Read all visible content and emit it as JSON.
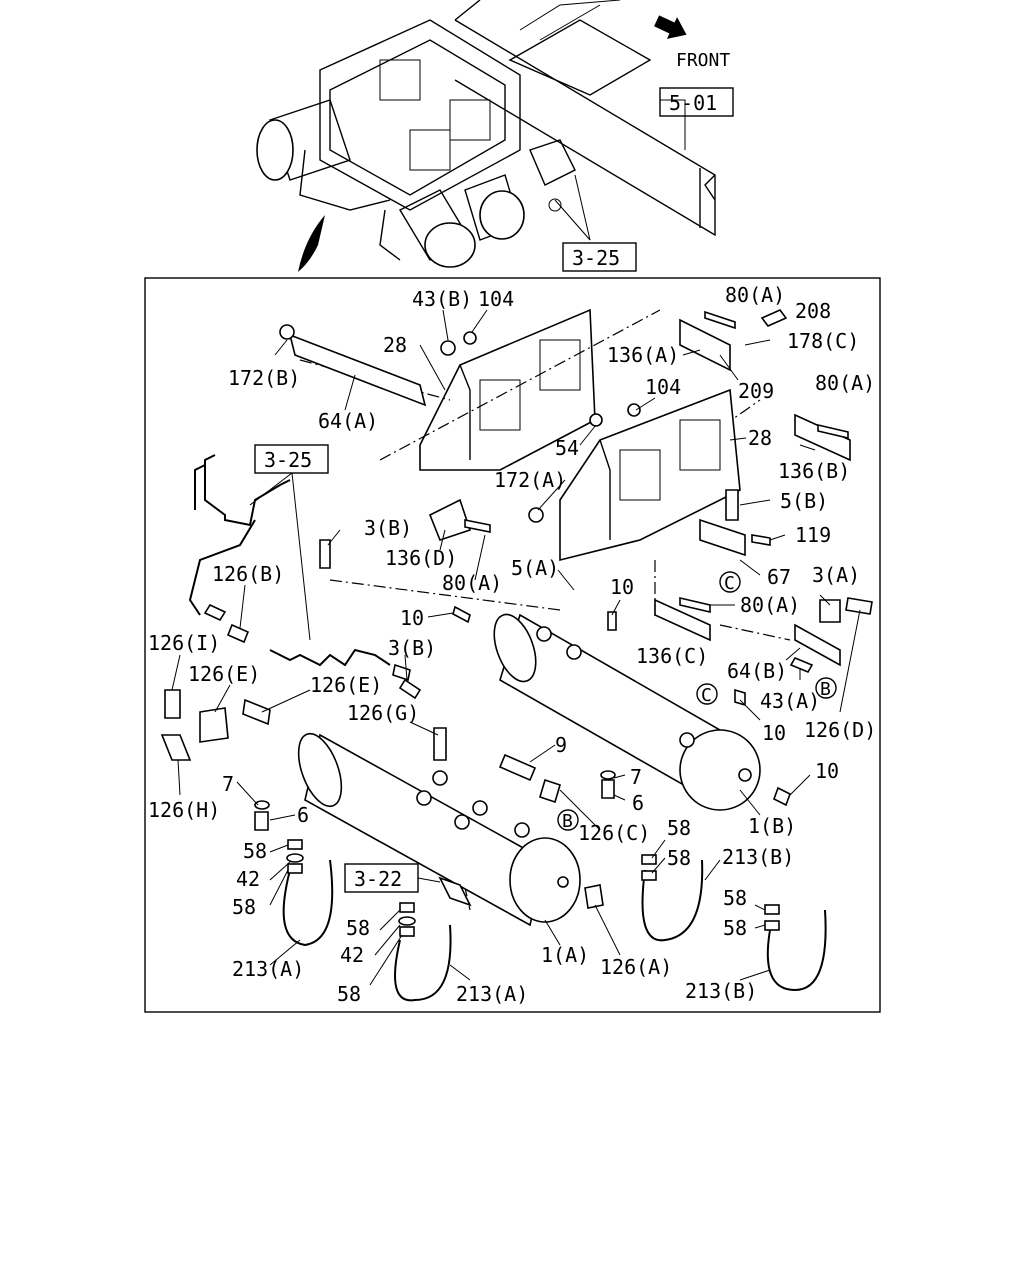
{
  "front_label": "FRONT",
  "refs": {
    "r501": "5-01",
    "r325_top": "3-25",
    "r325_mid": "3-25",
    "r322": "3-22"
  },
  "callouts": [
    {
      "text": "43(B)"
    },
    {
      "text": "104"
    },
    {
      "text": "28"
    },
    {
      "text": "172(B)"
    },
    {
      "text": "64(A)"
    },
    {
      "text": "80(A)"
    },
    {
      "text": "208"
    },
    {
      "text": "136(A)"
    },
    {
      "text": "178(C)"
    },
    {
      "text": "209"
    },
    {
      "text": "104"
    },
    {
      "text": "80(A)"
    },
    {
      "text": "54"
    },
    {
      "text": "28"
    },
    {
      "text": "136(B)"
    },
    {
      "text": "172(A)"
    },
    {
      "text": "5(B)"
    },
    {
      "text": "119"
    },
    {
      "text": "3(B)"
    },
    {
      "text": "136(D)"
    },
    {
      "text": "80(A)"
    },
    {
      "text": "67"
    },
    {
      "text": "5(A)"
    },
    {
      "text": "3(A)"
    },
    {
      "text": "10"
    },
    {
      "text": "126(B)"
    },
    {
      "text": "10"
    },
    {
      "text": "80(A)"
    },
    {
      "text": "126(I)"
    },
    {
      "text": "136(C)"
    },
    {
      "text": "64(B)"
    },
    {
      "text": "3(B)"
    },
    {
      "text": "126(E)"
    },
    {
      "text": "126(E)"
    },
    {
      "text": "43(A)"
    },
    {
      "text": "126(G)"
    },
    {
      "text": "10"
    },
    {
      "text": "126(D)"
    },
    {
      "text": "9"
    },
    {
      "text": "7"
    },
    {
      "text": "10"
    },
    {
      "text": "7"
    },
    {
      "text": "6"
    },
    {
      "text": "126(H)"
    },
    {
      "text": "6"
    },
    {
      "text": "1(B)"
    },
    {
      "text": "126(C)"
    },
    {
      "text": "58"
    },
    {
      "text": "58"
    },
    {
      "text": "58"
    },
    {
      "text": "213(B)"
    },
    {
      "text": "42"
    },
    {
      "text": "58"
    },
    {
      "text": "58"
    },
    {
      "text": "58"
    },
    {
      "text": "58"
    },
    {
      "text": "42"
    },
    {
      "text": "1(A)"
    },
    {
      "text": "126(A)"
    },
    {
      "text": "213(A)"
    },
    {
      "text": "58"
    },
    {
      "text": "213(A)"
    },
    {
      "text": "213(B)"
    }
  ],
  "circle_markers": [
    {
      "text": "C"
    },
    {
      "text": "C"
    },
    {
      "text": "B"
    },
    {
      "text": "B"
    }
  ]
}
